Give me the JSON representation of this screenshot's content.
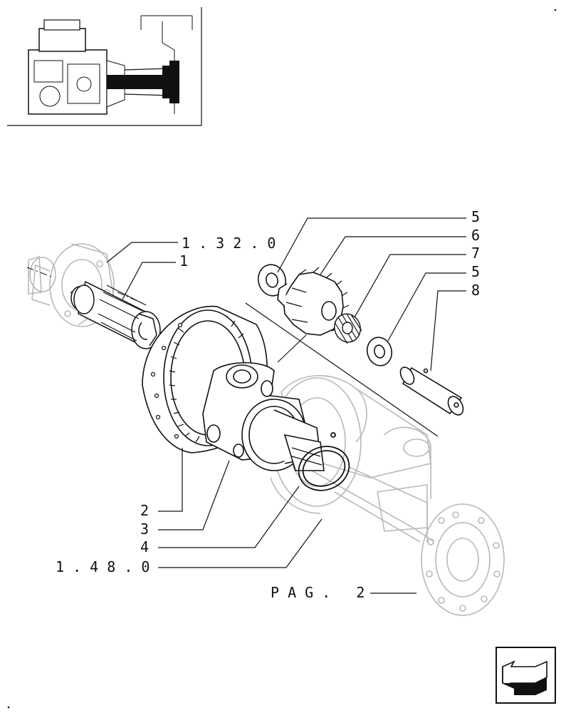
{
  "callouts": {
    "ref_1320": "1 . 3 2 . 0",
    "ref_1480": "1 . 4 8 . 0",
    "pag_2": "P A G .   2",
    "item_1": "1",
    "item_2": "2",
    "item_3": "3",
    "item_4": "4",
    "item_5_top": "5",
    "item_5_mid": "5",
    "item_6": "6",
    "item_7": "7",
    "item_8": "8"
  },
  "icons": {
    "locator": "tractor-locator-icon",
    "next_page": "next-page-arrow-icon"
  },
  "colors": {
    "ink": "#111111",
    "ghost": "#b8b8b8"
  }
}
